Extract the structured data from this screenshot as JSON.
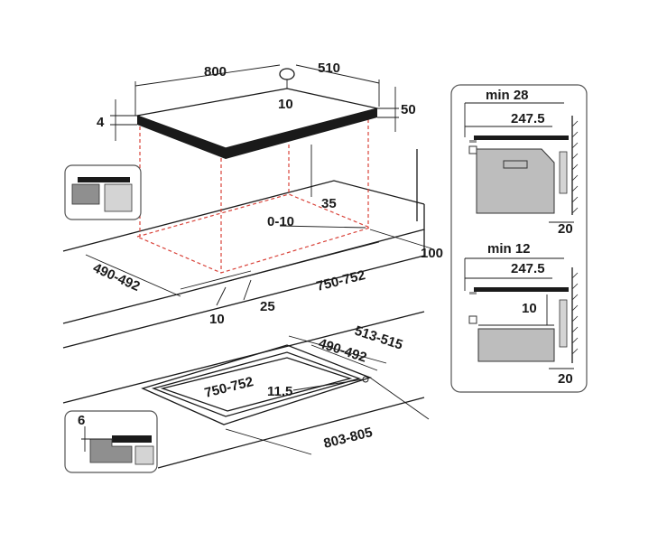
{
  "colors": {
    "line": "#1a1a1a",
    "cutout_dash": "#d9433a",
    "fill_grey": "#bdbdbd",
    "dark": "#1a1a1a"
  },
  "icons": [
    "hob-section-inset",
    "hob-edge-inset"
  ],
  "top_view": {
    "width": "800",
    "depth": "510",
    "thickness": "4",
    "glass_height": "50",
    "center_mark": "10"
  },
  "cutout": {
    "back_gap": "35",
    "tolerance": "0-10",
    "side_clearance": "100",
    "depth": "490-492",
    "width": "750-752",
    "front_gap": "25",
    "front_edge": "10"
  },
  "flush_view": {
    "outer_depth": "513-515",
    "inner_depth": "490-492",
    "inner_width": "750-752",
    "radius": "11.5",
    "outer_width": "803-805",
    "recess": "6"
  },
  "side_panel": {
    "oven": {
      "min": "min 28",
      "gap": "247.5",
      "wall": "20"
    },
    "drawer": {
      "min": "min 12",
      "gap": "247.5",
      "spacer": "10",
      "wall": "20"
    }
  }
}
